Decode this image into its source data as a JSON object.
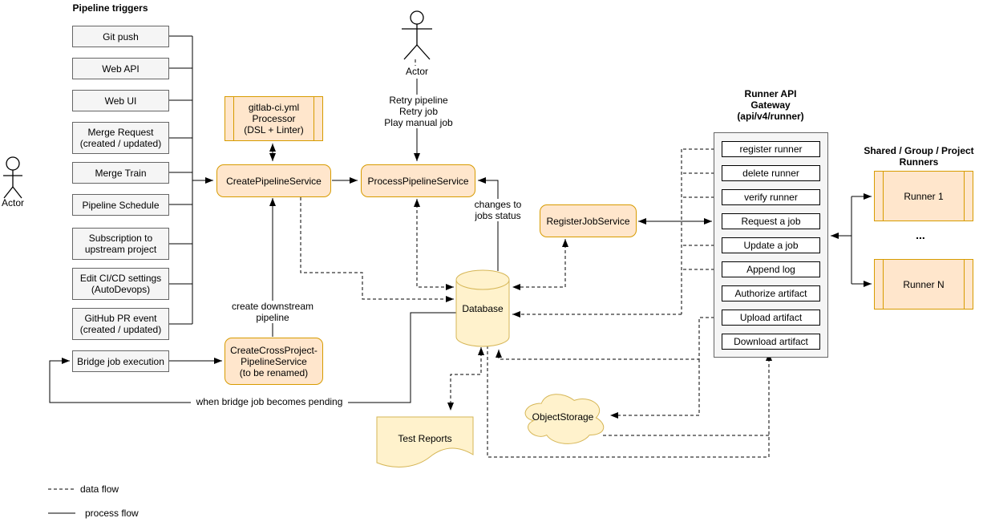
{
  "diagram": {
    "left_actor_label": "Actor",
    "top_actor_label": "Actor",
    "triggers": {
      "title": "Pipeline triggers",
      "items": [
        "Git push",
        "Web API",
        "Web UI",
        "Merge Request\n(created / updated)",
        "Merge Train",
        "Pipeline Schedule",
        "Subscription to\nupstream project",
        "Edit CI/CD settings\n(AutoDevops)",
        "GitHub PR event\n(created / updated)",
        "Bridge job execution"
      ]
    },
    "processor_label": "gitlab-ci.yml\nProcessor\n(DSL + Linter)",
    "create_pipeline_service": "CreatePipelineService",
    "process_pipeline_service": "ProcessPipelineService",
    "register_job_service": "RegisterJobService",
    "create_cross_project_service": "CreateCrossProject-\nPipelineService\n(to be renamed)",
    "edge_labels": {
      "retry_actions": "Retry pipeline\nRetry job\nPlay manual job",
      "changes_to_jobs_status": "changes to\njobs status",
      "create_downstream_pipeline": "create downstream\npipeline",
      "when_bridge_pending": "when bridge job becomes pending"
    },
    "database_label": "Database",
    "test_reports_label": "Test Reports",
    "object_storage_label": "ObjectStorage",
    "gateway": {
      "title": "Runner API\nGateway\n(api/v4/runner)",
      "items": [
        "register runner",
        "delete runner",
        "verify runner",
        "Request a job",
        "Update a job",
        "Append log",
        "Authorize artifact",
        "Upload artifact",
        "Download artifact"
      ]
    },
    "runners": {
      "title": "Shared / Group / Project\nRunners",
      "ellipsis": "...",
      "items": [
        "Runner 1",
        "Runner N"
      ]
    },
    "legend": {
      "data_flow_label": "data flow",
      "process_flow_label": "process flow"
    },
    "colors": {
      "service_fill": "#ffe6cc",
      "service_stroke": "#d79b00",
      "store_fill": "#fff2cc",
      "store_stroke": "#d6b656",
      "trigger_fill": "#f5f5f5",
      "trigger_stroke": "#666666",
      "line": "#000000"
    }
  }
}
